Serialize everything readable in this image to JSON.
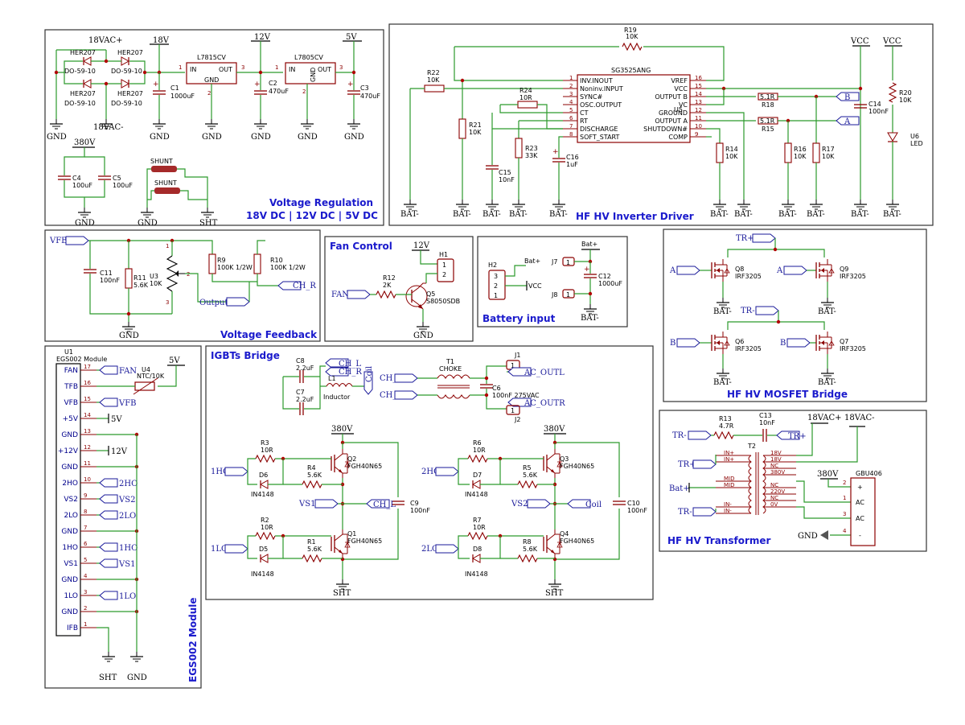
{
  "sections": {
    "voltage_regulation": "Voltage Regulation",
    "voltage_regulation_sub": "18V DC | 12V DC | 5V DC",
    "inverter_driver": "HF HV Inverter Driver",
    "voltage_feedback": "Voltage Feedback",
    "fan_control": "Fan Control",
    "battery_input": "Battery input",
    "mosfet_bridge": "HF HV MOSFET Bridge",
    "egs002": "EGS002 Module",
    "igbt_bridge": "IGBTs Bridge",
    "transformer": "HF HV Transformer"
  },
  "reg": {
    "vac_p": "18VAC+",
    "vac_m": "18VAC-",
    "v18": "18V",
    "v12": "12V",
    "v5": "5V",
    "d_part": "HER207",
    "d_pkg": "DO-59-10",
    "u1": "L7815CV",
    "u2": "L7805CV",
    "in": "IN",
    "out": "OUT",
    "gnd": "GND",
    "c1n": "C1",
    "c1v": "1000uF",
    "c2n": "C2",
    "c2v": "470uF",
    "c3n": "C3",
    "c3v": "470uF",
    "v380": "380V",
    "c4n": "C4",
    "c4v": "100uF",
    "c5n": "C5",
    "c5v": "100uF",
    "shunt": "SHUNT",
    "sht": "SHT"
  },
  "drv": {
    "u5": "SG3525ANG",
    "u5n": "U5",
    "pins_left": [
      "INV.INOUT",
      "Noninv.INPUT",
      "SYNC#",
      "OSC.OUTPUT",
      "CT",
      "RT",
      "DISCHARGE",
      "SOFT_START"
    ],
    "pins_right": [
      "VREF",
      "VCC",
      "OUTPUT B",
      "VC",
      "GROUND",
      "OUTPUT A",
      "SHUTDOWN#",
      "COMP"
    ],
    "r19": "R19",
    "r19v": "10K",
    "r22": "R22",
    "r22v": "10K",
    "r24": "R24",
    "r24v": "10R",
    "r21": "R21",
    "r21v": "10K",
    "r23": "R23",
    "r23v": "33K",
    "c15": "C15",
    "c15v": "10nF",
    "c16": "C16",
    "c16v": "1uF",
    "r18": "R18",
    "r18v": "5.1R",
    "r15": "R15",
    "r15v": "5.1R",
    "r14": "R14",
    "r14v": "10K",
    "r16": "R16",
    "r16v": "10K",
    "r17": "R17",
    "r17v": "10K",
    "c14": "C14",
    "c14v": "100nF",
    "r20": "R20",
    "r20v": "10K",
    "u6": "U6",
    "u6v": "LED",
    "vcc": "VCC",
    "bat": "BAT-",
    "a": "A",
    "b": "B"
  },
  "fb": {
    "vfb": "VFB",
    "c11": "C11",
    "c11v": "100nF",
    "r11": "R11",
    "r11v": "5.6K",
    "u3": "U3",
    "u3v": "10K",
    "r9": "R9",
    "r9v": "100K 1/2W",
    "r10": "R10",
    "r10v": "100K 1/2W",
    "output": "Output",
    "chr": "CH_R",
    "gnd": "GND"
  },
  "fan": {
    "v12": "12V",
    "h1": "H1",
    "r12": "R12",
    "r12v": "2K",
    "q5": "Q5",
    "q5v": "S8050SDB",
    "fan": "FAN",
    "gnd": "GND"
  },
  "bat": {
    "h2": "H2",
    "batp": "Bat+",
    "vcc": "VCC",
    "j7": "J7",
    "j8": "J8",
    "c12": "C12",
    "c12v": "1000uF",
    "batm": "BAT-"
  },
  "mos": {
    "trp": "TR+",
    "trm": "TR-",
    "a": "A",
    "b": "B",
    "q8": "Q8",
    "q9": "Q9",
    "q6": "Q6",
    "q7": "Q7",
    "part": "IRF3205",
    "bat": "BAT-"
  },
  "egs": {
    "u1": "U1",
    "name": "EGS002 Module",
    "pins": [
      {
        "n": "17",
        "l": "FAN",
        "net": "FAN"
      },
      {
        "n": "16",
        "l": "TFB",
        "net": ""
      },
      {
        "n": "15",
        "l": "VFB",
        "net": "VFB"
      },
      {
        "n": "14",
        "l": "+5V",
        "net": "5V"
      },
      {
        "n": "13",
        "l": "GND",
        "net": ""
      },
      {
        "n": "12",
        "l": "+12V",
        "net": "12V"
      },
      {
        "n": "11",
        "l": "GND",
        "net": ""
      },
      {
        "n": "10",
        "l": "2HO",
        "net": "2HO"
      },
      {
        "n": "9",
        "l": "VS2",
        "net": "VS2"
      },
      {
        "n": "8",
        "l": "2LO",
        "net": "2LO"
      },
      {
        "n": "7",
        "l": "GND",
        "net": ""
      },
      {
        "n": "6",
        "l": "1HO",
        "net": "1HO"
      },
      {
        "n": "5",
        "l": "VS1",
        "net": "VS1"
      },
      {
        "n": "4",
        "l": "GND",
        "net": ""
      },
      {
        "n": "3",
        "l": "1LO",
        "net": "1LO"
      },
      {
        "n": "2",
        "l": "GND",
        "net": ""
      },
      {
        "n": "1",
        "l": "IFB",
        "net": ""
      }
    ],
    "u4": "U4",
    "u4v": "NTC/10K",
    "v5": "5V",
    "sht": "SHT",
    "gnd": "GND"
  },
  "igbt": {
    "c8": "C8",
    "c8v": "2.2uF",
    "c7": "C7",
    "c7v": "2.2uF",
    "chl": "CH_L",
    "chr": "CH_R",
    "coil": "Coil",
    "l1": "L1",
    "l1v": "Inductor",
    "t1": "T1",
    "t1v": "CHOKE",
    "c6": "C6",
    "c6v": "100nF 275VAC",
    "j1": "J1",
    "j2": "J2",
    "acl": "AC_OUTL",
    "acr": "AC_OUTR",
    "v380": "380V",
    "sht": "SHT",
    "igbt": "FGH40N65",
    "diode": "IN4148",
    "r10r": "10R",
    "r56k": "5.6K",
    "c9": "C9",
    "c10": "C10",
    "c100n": "100nF",
    "q2": "Q2",
    "q1": "Q1",
    "q3": "Q3",
    "q4": "Q4",
    "r3": "R3",
    "r4": "R4",
    "r2": "R2",
    "r1": "R1",
    "r6": "R6",
    "r5": "R5",
    "r7": "R7",
    "r8": "R8",
    "d6": "D6",
    "d5": "D5",
    "d7": "D7",
    "d8": "D8",
    "ho1": "1HO",
    "lo1": "1LO",
    "ho2": "2HO",
    "lo2": "2LO",
    "vs1": "VS1",
    "vs2": "VS2"
  },
  "xfmr": {
    "r13": "R13",
    "r13v": "4.7R",
    "c13": "C13",
    "c13v": "10nF",
    "trm": "TR-",
    "trp": "TR+",
    "vacp": "18VAC+",
    "vacm": "18VAC-",
    "t2": "T2",
    "v380": "380V",
    "gbu": "GBU406",
    "batp": "Bat+",
    "gnd": "GND",
    "pri": [
      "IN+",
      "IN+",
      "MID",
      "MID",
      "IN-",
      "IN-"
    ],
    "sec": [
      "18V",
      "18V",
      "NC",
      "380V",
      "NC",
      "220V",
      "NC",
      "0V"
    ],
    "nc": "NC",
    "ac": "AC",
    "plus": "+",
    "minus": "-"
  }
}
